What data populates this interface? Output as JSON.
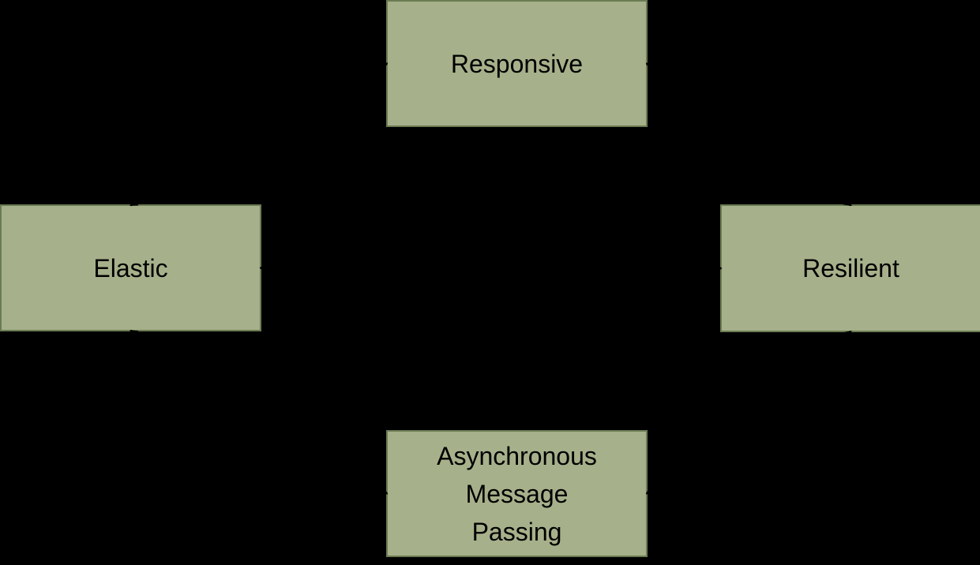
{
  "diagram": {
    "background_color": "#000000",
    "node_fill_color": "#a6b18b",
    "node_border_color": "#6b7b52",
    "node_text_color": "#000000",
    "connector_color": "#000000",
    "nodes": {
      "responsive": {
        "label": "Responsive"
      },
      "elastic": {
        "label": "Elastic"
      },
      "resilient": {
        "label": "Resilient"
      },
      "async": {
        "label_lines": [
          "Asynchronous",
          "Message",
          "Passing"
        ]
      }
    },
    "connectors": [
      {
        "from": "elastic",
        "from_side": "top",
        "to": "responsive",
        "to_side": "left"
      },
      {
        "from": "resilient",
        "from_side": "top",
        "to": "responsive",
        "to_side": "right"
      },
      {
        "from": "elastic",
        "from_side": "bottom",
        "to": "async",
        "to_side": "left"
      },
      {
        "from": "resilient",
        "from_side": "bottom",
        "to": "async",
        "to_side": "right"
      },
      {
        "from": "elastic",
        "from_side": "right",
        "to": "resilient",
        "to_side": "left"
      }
    ]
  }
}
